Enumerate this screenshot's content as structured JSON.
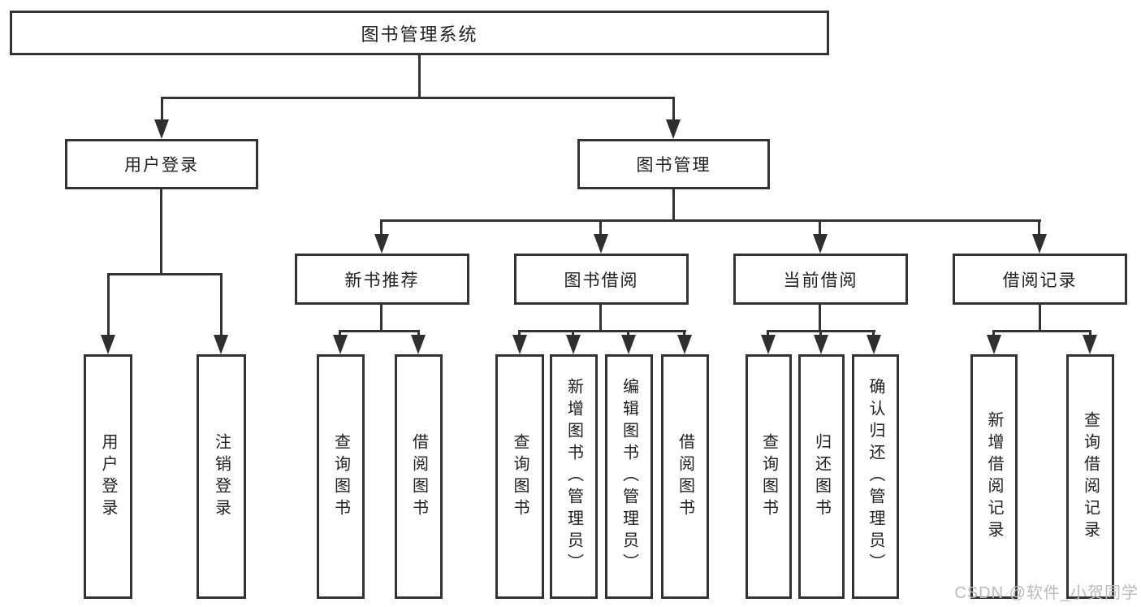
{
  "tree": {
    "root": "图书管理系统",
    "branches": [
      "用户登录",
      "图书管理"
    ],
    "groups": [
      "新书推荐",
      "图书借阅",
      "当前借阅",
      "借阅记录"
    ],
    "leaves": [
      "用户登录",
      "注销登录",
      "查询图书",
      "借阅图书",
      "查询图书",
      "新增图书（管理员）",
      "编辑图书（管理员）",
      "借阅图书",
      "查询图书",
      "归还图书",
      "确认归还（管理员）",
      "新增借阅记录",
      "查询借阅记录"
    ]
  },
  "watermark": "CSDN @软件_小贺同学",
  "colors": {
    "background": "#ffffff",
    "box_border": "#333333",
    "line": "#333333",
    "text": "#212121",
    "watermark": "#bcbcbc"
  }
}
